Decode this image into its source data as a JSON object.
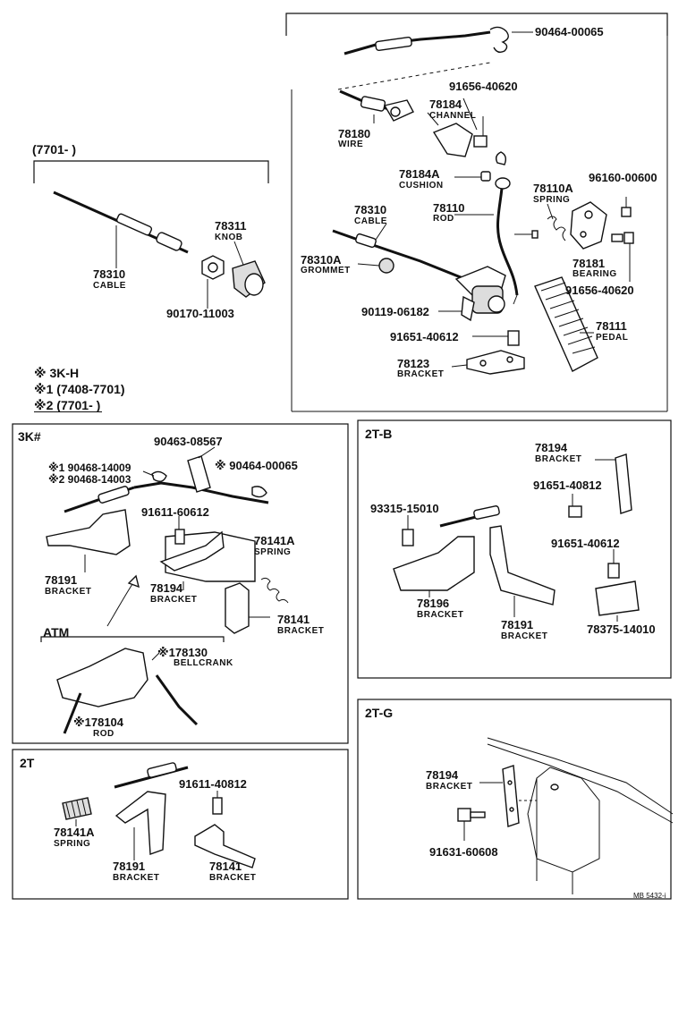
{
  "top_bracket_range": "(7701-        )",
  "legend": {
    "l1": "※   3K-H",
    "l2": "※1 (7408-7701)",
    "l3": "※2 (7701-        )"
  },
  "main": {
    "p90464": "90464-00065",
    "p91656a": "91656-40620",
    "p78184": "78184",
    "n78184": "CHANNEL",
    "p78180": "78180",
    "n78180": "WIRE",
    "p78184a": "78184A",
    "n78184a": "CUSHION",
    "p96160": "96160-00600",
    "p78110a": "78110A",
    "n78110a": "SPRING",
    "p78110": "78110",
    "n78110": "ROD",
    "p78310": "78310",
    "n78310": "CABLE",
    "p78310a": "78310A",
    "n78310a": "GROMMET",
    "p78181": "78181",
    "n78181": "BEARING",
    "p91656b": "91656-40620",
    "p90119": "90119-06182",
    "p78111": "78111",
    "n78111": "PEDAL",
    "p91651": "91651-40612",
    "p78123": "78123",
    "n78123": "BRACKET"
  },
  "left_top": {
    "p78311": "78311",
    "n78311": "KNOB",
    "p78310": "78310",
    "n78310": "CABLE",
    "p90170": "90170-11003"
  },
  "sec_3k": {
    "title": "3K#",
    "p90463": "90463-08567",
    "p90468a": "※1 90468-14009",
    "p90468b": "※2 90468-14003",
    "p90464": "※ 90464-00065",
    "p91611": "91611-60612",
    "p78141a": "78141A",
    "n78141a": "SPRING",
    "p78191": "78191",
    "n78191": "BRACKET",
    "p78194": "78194",
    "n78194": "BRACKET",
    "p78141": "78141",
    "n78141": "BRACKET",
    "atm": "ATM",
    "p78130": "※178130",
    "n78130": "BELLCRANK",
    "p78104": "※178104",
    "n78104": "ROD"
  },
  "sec_2tb": {
    "title": "2T-B",
    "p78194": "78194",
    "n78194": "BRACKET",
    "p93315": "93315-15010",
    "p91651a": "91651-40812",
    "p91651b": "91651-40612",
    "p78196": "78196",
    "n78196": "BRACKET",
    "p78191": "78191",
    "n78191": "BRACKET",
    "p78375": "78375-14010"
  },
  "sec_2t": {
    "title": "2T",
    "p91611": "91611-40812",
    "p78141a": "78141A",
    "n78141a": "SPRING",
    "p78191": "78191",
    "n78191": "BRACKET",
    "p78141": "78141",
    "n78141": "BRACKET"
  },
  "sec_2tg": {
    "title": "2T-G",
    "p78194": "78194",
    "n78194": "BRACKET",
    "p91631": "91631-60608"
  },
  "footer_code": "MB 5432-i"
}
